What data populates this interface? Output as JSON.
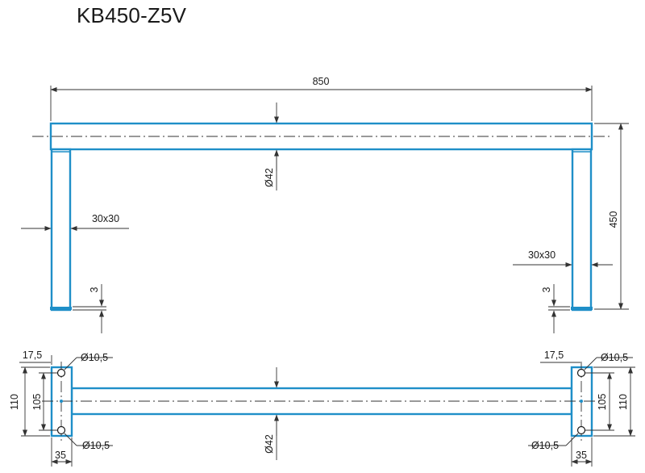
{
  "title": "KB450-Z5V",
  "side_view": {
    "overall_width": "850",
    "height": "450",
    "tube_diameter": "Ø42",
    "leg_section_left": "30x30",
    "leg_section_right": "30x30",
    "foot_thickness_left": "3",
    "foot_thickness_right": "3"
  },
  "top_view": {
    "left_offset": "17,5",
    "right_offset": "17,5",
    "hole_top_left": "Ø10,5",
    "hole_bottom_left": "Ø10,5",
    "hole_top_right": "Ø10,5",
    "hole_bottom_right": "Ø10,5",
    "plate_height_left": "110",
    "hole_spacing_left": "105",
    "plate_height_right": "110",
    "hole_spacing_right": "105",
    "plate_width_left": "35",
    "plate_width_right": "35",
    "tube_diameter": "Ø42"
  },
  "colors": {
    "part": "#1f8fc8",
    "dimension": "#333333"
  }
}
